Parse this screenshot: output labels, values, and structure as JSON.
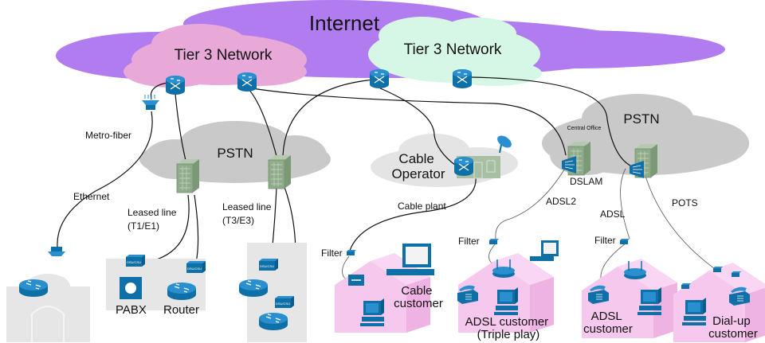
{
  "diagram": {
    "title": "Internet",
    "colors": {
      "internet_cloud": "#b07cf0",
      "tier3_left_cloud": "#e8a9d9",
      "tier3_right_cloud": "#d6f7e6",
      "pstn_cloud": "#c9c9c9",
      "cable_cloud": "#e4e4e4",
      "device_blue": "#0f70a8",
      "building_green": "#8fab8a",
      "house_pink": "#f6c8ee",
      "office_gray": "#e6e6e6"
    },
    "clouds": {
      "internet": "Internet",
      "tier3_left": "Tier 3 Network",
      "tier3_right": "Tier 3 Network",
      "pstn_left": "PSTN",
      "pstn_right": "PSTN",
      "cable": [
        "Cable",
        "Operator"
      ],
      "central_office": "Central Office"
    },
    "links": {
      "metro_fiber": "Metro-fiber",
      "ethernet": "Ethernet",
      "leased_t1": [
        "Leased line",
        "(T1/E1)"
      ],
      "leased_t3": [
        "Leased line",
        "(T3/E3)"
      ],
      "cable_plant": "Cable plant",
      "dslam": "DSLAM",
      "adsl2": "ADSL2",
      "adsl": "ADSL",
      "pots": "POTS"
    },
    "devices": {
      "pabx": "PABX",
      "router": "Router",
      "dsu_csu": "DSU/CSU",
      "filter": "Filter"
    },
    "customers": {
      "cable": [
        "Cable",
        "customer"
      ],
      "adsl_triple": [
        "ADSL customer",
        "(Triple play)"
      ],
      "adsl": [
        "ADSL",
        "customer"
      ],
      "dialup": [
        "Dial-up",
        "customer"
      ]
    }
  }
}
